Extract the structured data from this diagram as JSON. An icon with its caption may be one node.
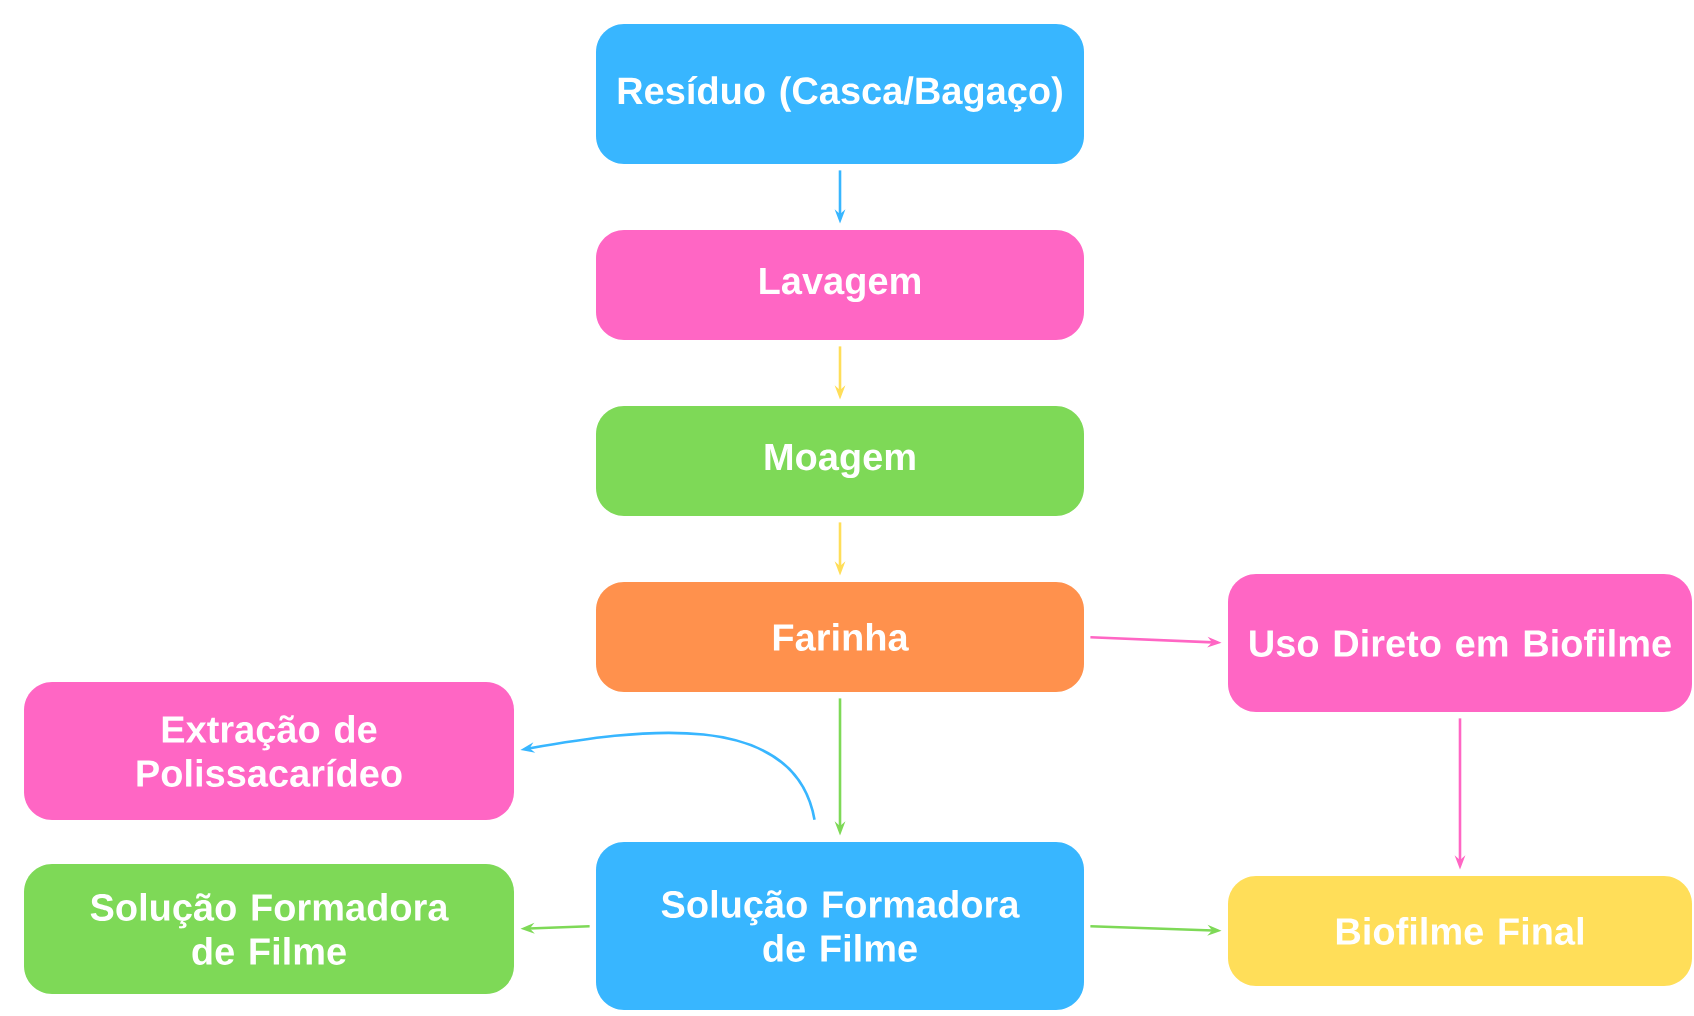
{
  "diagram": {
    "nodes": [
      {
        "text": [
          "Resíduo (Casca/Bagaço)"
        ]
      },
      {
        "text": [
          "Lavagem"
        ]
      },
      {
        "text": [
          "Moagem"
        ]
      },
      {
        "text": [
          "Farinha"
        ]
      },
      {
        "text": [
          "Uso Direto em Biofilme"
        ]
      },
      {
        "text": [
          "Extração de Polissacarídeo"
        ]
      },
      {
        "text": [
          "Solução Formadora de Filme"
        ]
      },
      {
        "text": [
          "Solução Formadora de Filme"
        ]
      },
      {
        "text": [
          "Biofilme Final"
        ]
      }
    ],
    "edges": [
      {
        "from": 0,
        "to": 1,
        "arrow": "to",
        "color": "#38b6ff"
      },
      {
        "from": 1,
        "to": 2,
        "arrow": "to",
        "color": "#ffde59"
      },
      {
        "from": 2,
        "to": 3,
        "arrow": "to",
        "color": "#ffde59"
      },
      {
        "from": 3,
        "to": 4,
        "arrow": "to",
        "color": "#ff66c4"
      },
      {
        "from": 3,
        "to": 7,
        "arrow": "to",
        "color": "#7ed957"
      },
      {
        "from": 7,
        "to": 5,
        "arrow": "to",
        "color": "#38b6ff"
      },
      {
        "from": 4,
        "to": 8,
        "arrow": "to",
        "color": "#ff66c4"
      },
      {
        "from": 7,
        "to": 6,
        "arrow": "to",
        "color": "#7ed957"
      },
      {
        "from": 7,
        "to": 8,
        "arrow": "to",
        "color": "#7ed957"
      }
    ]
  }
}
